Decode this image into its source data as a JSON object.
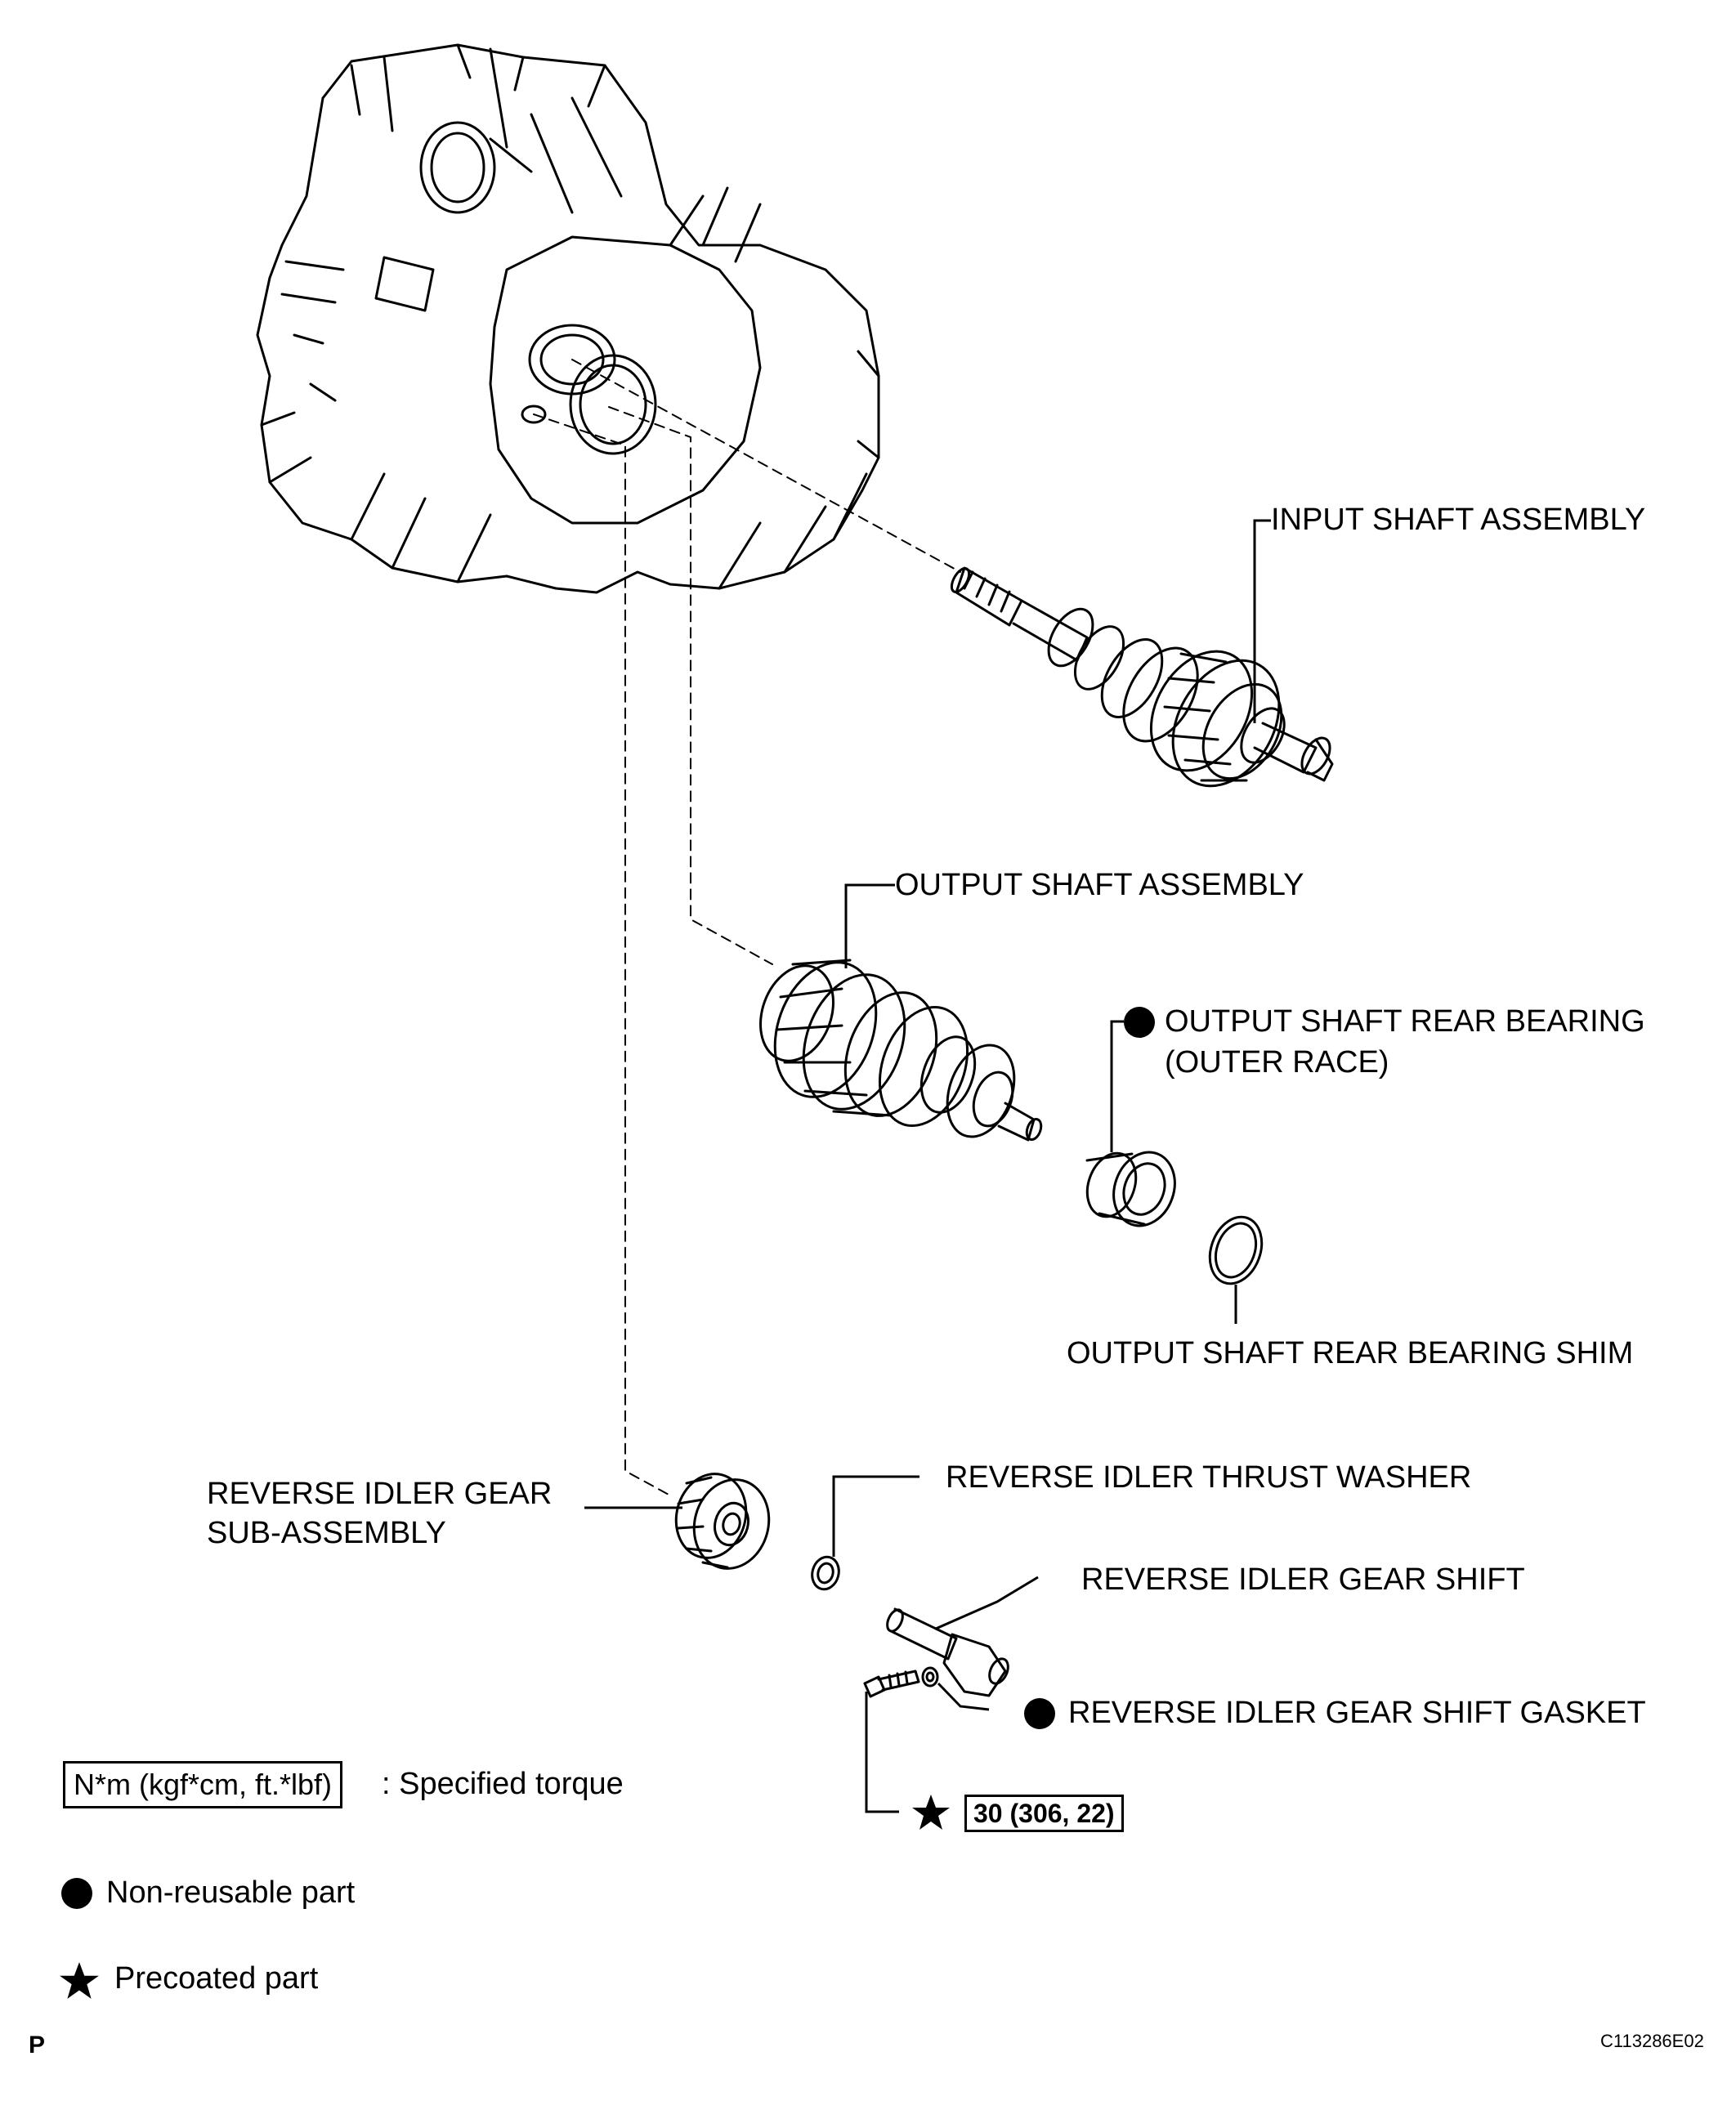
{
  "parts": {
    "input_shaft": "INPUT SHAFT ASSEMBLY",
    "output_shaft": "OUTPUT SHAFT ASSEMBLY",
    "rear_bearing_line1": "OUTPUT SHAFT REAR BEARING",
    "rear_bearing_line2": "(OUTER RACE)",
    "rear_bearing_shim": "OUTPUT SHAFT REAR BEARING SHIM",
    "reverse_idler_gear_line1": "REVERSE IDLER GEAR",
    "reverse_idler_gear_line2": "SUB-ASSEMBLY",
    "thrust_washer": "REVERSE IDLER THRUST WASHER",
    "gear_shift": "REVERSE IDLER GEAR SHIFT",
    "gear_shift_gasket": "REVERSE IDLER GEAR SHIFT GASKET",
    "bolt_torque": "30 (306, 22)"
  },
  "legend": {
    "torque_unit": "N*m (kgf*cm, ft.*lbf)",
    "torque_desc": ": Specified torque",
    "non_reusable": "Non-reusable part",
    "precoated": "Precoated part"
  },
  "footer": {
    "page_marker": "P",
    "figure_code": "C113286E02"
  },
  "colors": {
    "line": "#000000",
    "background": "#ffffff"
  },
  "icons": {
    "non_reusable": "filled-circle",
    "precoated": "filled-star"
  }
}
